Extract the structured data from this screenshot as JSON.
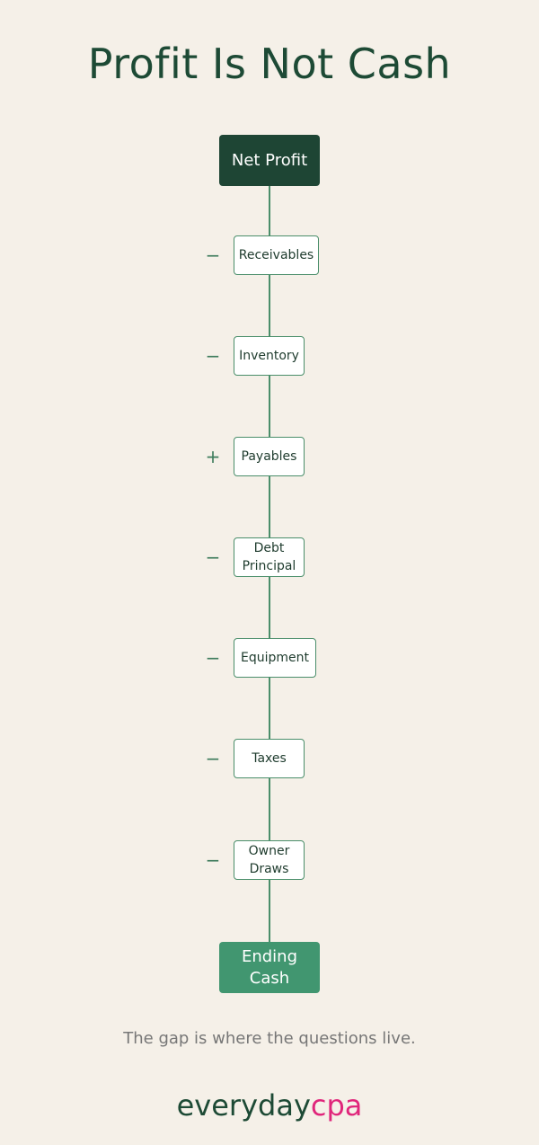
{
  "title": "Profit Is Not Cash",
  "start": "Net Profit",
  "steps": [
    {
      "sign": "−",
      "label": "Receivables"
    },
    {
      "sign": "−",
      "label": "Inventory"
    },
    {
      "sign": "+",
      "label": "Payables"
    },
    {
      "sign": "−",
      "label": "Debt\nPrincipal"
    },
    {
      "sign": "−",
      "label": "Equipment"
    },
    {
      "sign": "−",
      "label": "Taxes"
    },
    {
      "sign": "−",
      "label": "Owner\nDraws"
    }
  ],
  "end": "Ending\nCash",
  "tagline": "The gap is where the questions live.",
  "brand": {
    "part1": "everyday",
    "part2": "cpa"
  },
  "colors": {
    "background": "#f5f0e8",
    "dark_green": "#1e4534",
    "medium_green": "#419670",
    "line_green": "#4a8e6a",
    "brand_pink": "#e0267b"
  }
}
